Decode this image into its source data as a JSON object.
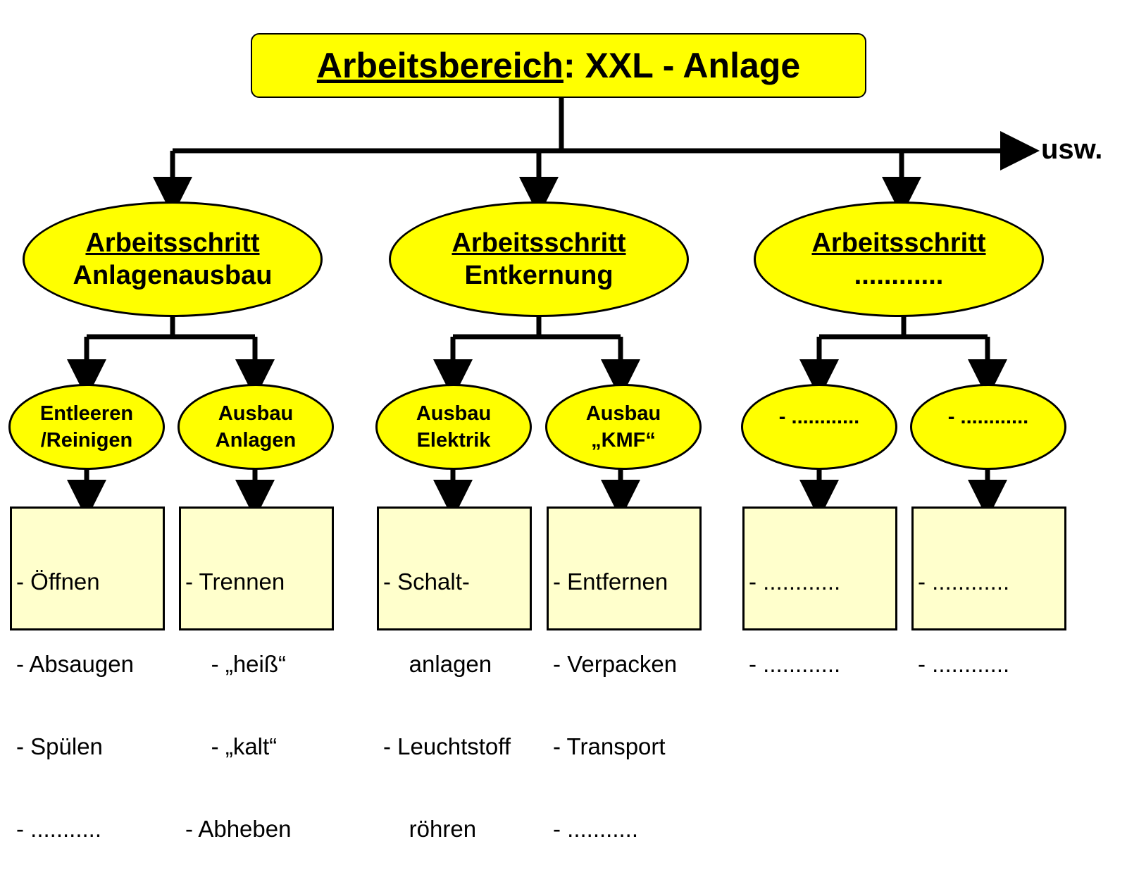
{
  "title": {
    "underlined": "Arbeitsbereich",
    "rest": ": XXL - Anlage"
  },
  "continuation": "usw.",
  "steps": [
    {
      "label": "Arbeitsschritt",
      "name": "Anlagenausbau"
    },
    {
      "label": "Arbeitsschritt",
      "name": "Entkernung"
    },
    {
      "label": "Arbeitsschritt",
      "name": "............"
    }
  ],
  "substeps": [
    {
      "lines": [
        "Entleeren",
        "/Reinigen"
      ]
    },
    {
      "lines": [
        "Ausbau",
        "Anlagen"
      ]
    },
    {
      "lines": [
        "Ausbau",
        "Elektrik"
      ]
    },
    {
      "lines": [
        "Ausbau",
        "„KMF“"
      ]
    },
    {
      "lines": [
        "- ............"
      ]
    },
    {
      "lines": [
        "- ............"
      ]
    }
  ],
  "tasks": [
    {
      "lines": [
        "- Öffnen",
        "- Absaugen",
        "- Spülen",
        "- ..........."
      ]
    },
    {
      "lines": [
        "- Trennen",
        "    - „heiß“",
        "    - „kalt“",
        "- Abheben"
      ]
    },
    {
      "lines": [
        "- Schalt-",
        "    anlagen",
        "- Leuchtstoff",
        "    röhren"
      ]
    },
    {
      "lines": [
        "- Entfernen",
        "- Verpacken",
        "- Transport",
        "- ..........."
      ]
    },
    {
      "lines": [
        "- ............",
        "- ............"
      ]
    },
    {
      "lines": [
        "- ............",
        "- ............"
      ]
    }
  ],
  "colors": {
    "node_fill": "#ffff00",
    "task_fill": "#ffffcc",
    "line": "#000000"
  }
}
